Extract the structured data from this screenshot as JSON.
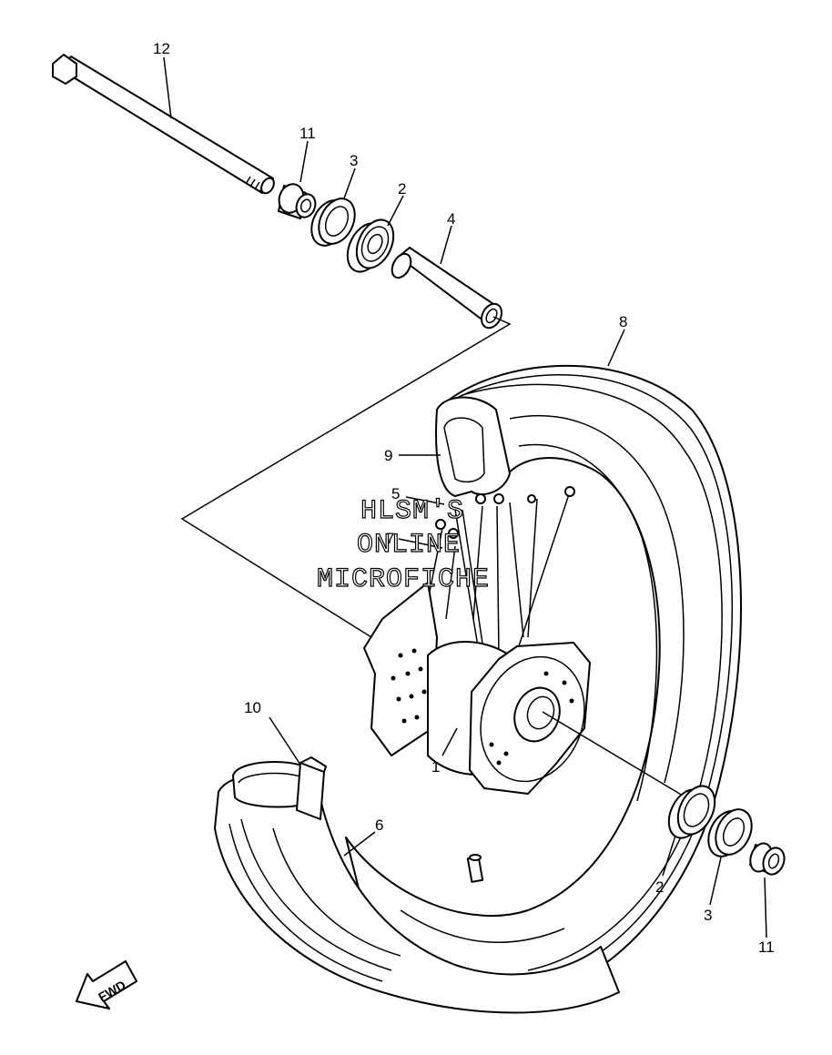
{
  "callouts": {
    "c12": "12",
    "c11a": "11",
    "c3a": "3",
    "c2a": "2",
    "c4": "4",
    "c8": "8",
    "c9": "9",
    "c5": "5",
    "c7": "7",
    "c10": "10",
    "c1": "1",
    "c6": "6",
    "c2b": "2",
    "c3b": "3",
    "c11b": "11"
  },
  "watermark": {
    "line1": "HLSM'S",
    "line2": "ONLINE",
    "line3": "MICROFICHE"
  },
  "direction_label": "FWD"
}
